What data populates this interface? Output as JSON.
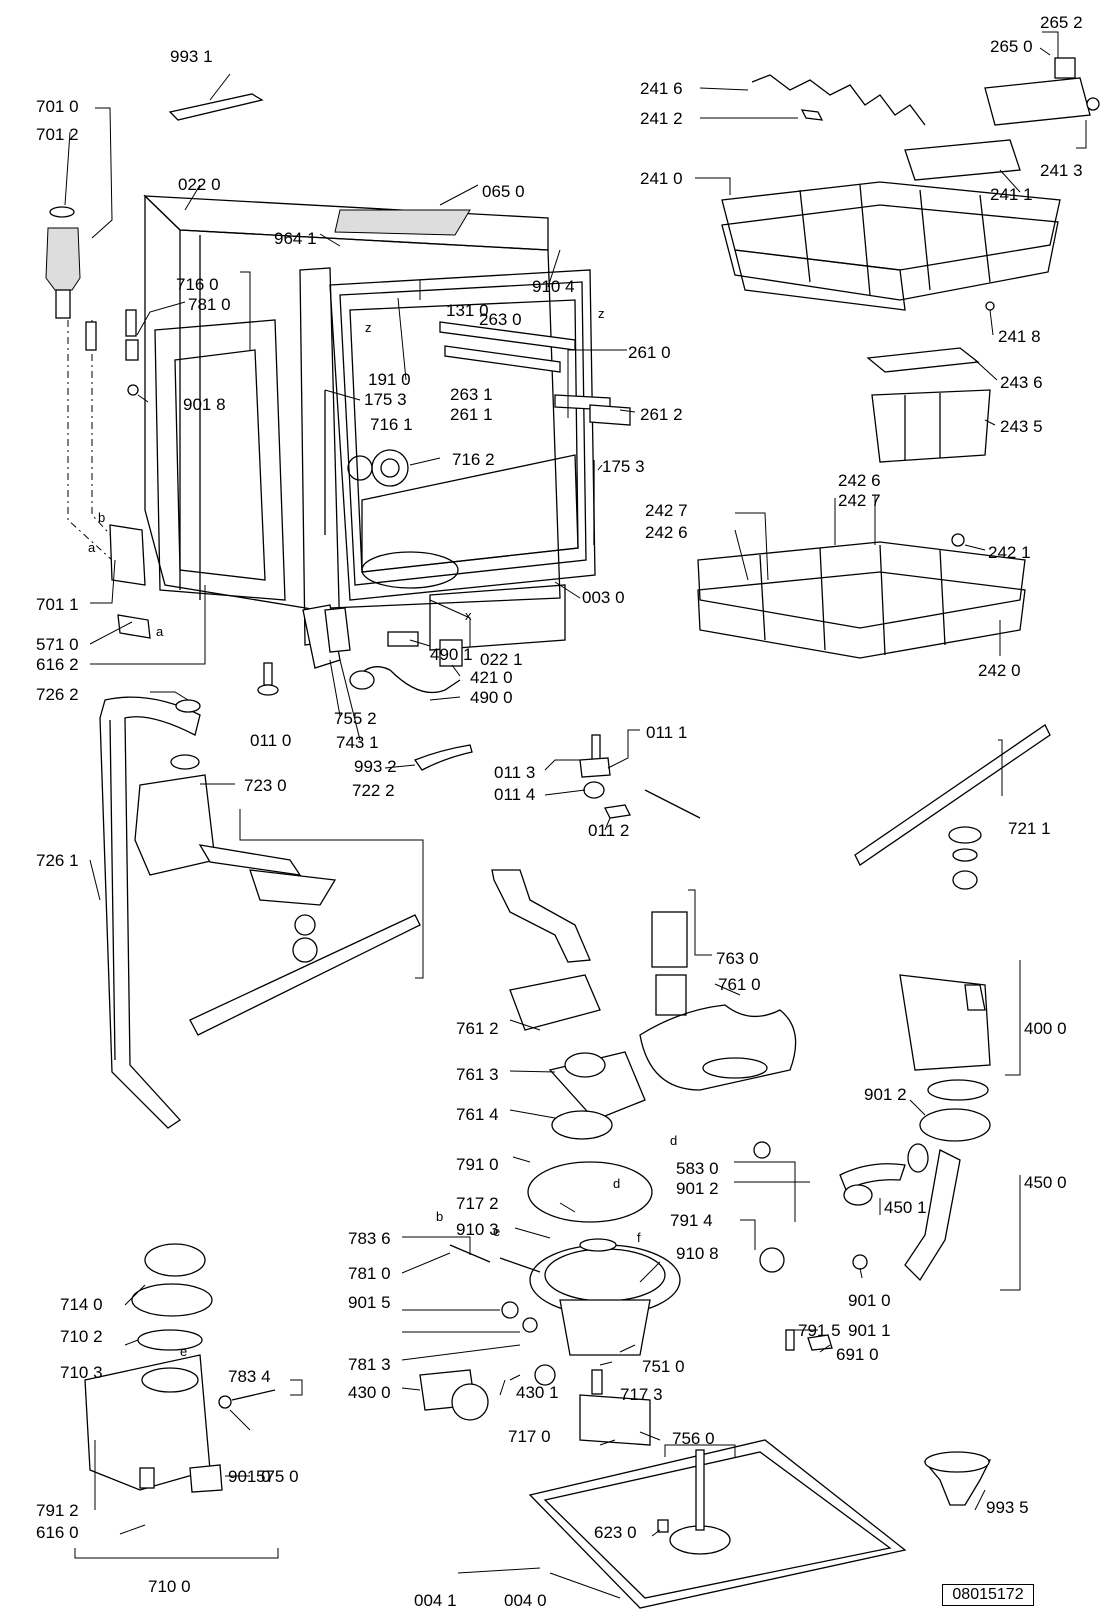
{
  "diagram_id": "08015172",
  "part_labels": [
    {
      "text": "993 1"
    },
    {
      "text": "701 0"
    },
    {
      "text": "701 2"
    },
    {
      "text": "022 0"
    },
    {
      "text": "065 0"
    },
    {
      "text": "964 1"
    },
    {
      "text": "716 0"
    },
    {
      "text": "781 0"
    },
    {
      "text": "131 0"
    },
    {
      "text": "910 4"
    },
    {
      "text": "263 0"
    },
    {
      "text": "261 0"
    },
    {
      "text": "191 0"
    },
    {
      "text": "175 3"
    },
    {
      "text": "901 8"
    },
    {
      "text": "263 1"
    },
    {
      "text": "261 1"
    },
    {
      "text": "261 2"
    },
    {
      "text": "716 1"
    },
    {
      "text": "716 2"
    },
    {
      "text": "175 3"
    },
    {
      "text": "003 0"
    },
    {
      "text": "701 1"
    },
    {
      "text": "571 0"
    },
    {
      "text": "616 2"
    },
    {
      "text": "022 1"
    },
    {
      "text": "490 1"
    },
    {
      "text": "421 0"
    },
    {
      "text": "490 0"
    },
    {
      "text": "726 2"
    },
    {
      "text": "011 0"
    },
    {
      "text": "755 2"
    },
    {
      "text": "743 1"
    },
    {
      "text": "993 2"
    },
    {
      "text": "723 0"
    },
    {
      "text": "722 2"
    },
    {
      "text": "726 1"
    },
    {
      "text": "265 2"
    },
    {
      "text": "265 0"
    },
    {
      "text": "241 6"
    },
    {
      "text": "241 2"
    },
    {
      "text": "241 3"
    },
    {
      "text": "241 0"
    },
    {
      "text": "241 1"
    },
    {
      "text": "241 8"
    },
    {
      "text": "243 6"
    },
    {
      "text": "243 5"
    },
    {
      "text": "242 6"
    },
    {
      "text": "242 7"
    },
    {
      "text": "242 7"
    },
    {
      "text": "242 6"
    },
    {
      "text": "242 1"
    },
    {
      "text": "242 0"
    },
    {
      "text": "011 1"
    },
    {
      "text": "011 3"
    },
    {
      "text": "011 4"
    },
    {
      "text": "011 2"
    },
    {
      "text": "721 1"
    },
    {
      "text": "763 0"
    },
    {
      "text": "761 0"
    },
    {
      "text": "761 2"
    },
    {
      "text": "761 3"
    },
    {
      "text": "761 4"
    },
    {
      "text": "400 0"
    },
    {
      "text": "901 2"
    },
    {
      "text": "450 0"
    },
    {
      "text": "791 0"
    },
    {
      "text": "583 0"
    },
    {
      "text": "901 2"
    },
    {
      "text": "450 1"
    },
    {
      "text": "717 2"
    },
    {
      "text": "910 3"
    },
    {
      "text": "791 4"
    },
    {
      "text": "783 6"
    },
    {
      "text": "910 8"
    },
    {
      "text": "781 0"
    },
    {
      "text": "901 5"
    },
    {
      "text": "901 0"
    },
    {
      "text": "901 1"
    },
    {
      "text": "791 5"
    },
    {
      "text": "691 0"
    },
    {
      "text": "714 0"
    },
    {
      "text": "781 3"
    },
    {
      "text": "751 0"
    },
    {
      "text": "710 2"
    },
    {
      "text": "783 4"
    },
    {
      "text": "430 0"
    },
    {
      "text": "430 1"
    },
    {
      "text": "717 3"
    },
    {
      "text": "710 3"
    },
    {
      "text": "717 0"
    },
    {
      "text": "756 0"
    },
    {
      "text": "901 0"
    },
    {
      "text": "791 2"
    },
    {
      "text": "575 0"
    },
    {
      "text": "616 0"
    },
    {
      "text": "623 0"
    },
    {
      "text": "993 5"
    },
    {
      "text": "710 0"
    },
    {
      "text": "004 1"
    },
    {
      "text": "004 0"
    }
  ],
  "letter_marks": [
    {
      "text": "z"
    },
    {
      "text": "z"
    },
    {
      "text": "x"
    },
    {
      "text": "b"
    },
    {
      "text": "a"
    },
    {
      "text": "a"
    },
    {
      "text": "d"
    },
    {
      "text": "d"
    },
    {
      "text": "e"
    },
    {
      "text": "b"
    },
    {
      "text": "f"
    },
    {
      "text": "e"
    }
  ]
}
